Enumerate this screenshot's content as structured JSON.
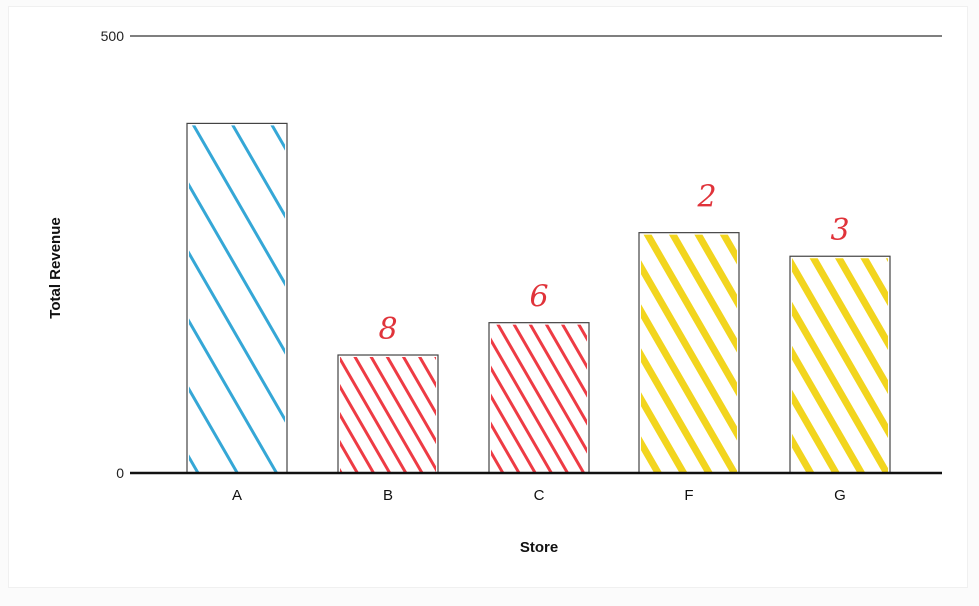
{
  "chart_data": {
    "type": "bar",
    "categories": [
      "A",
      "B",
      "C",
      "F",
      "G"
    ],
    "values": [
      400,
      135,
      172,
      275,
      248
    ],
    "xlabel": "Store",
    "ylabel": "Total Revenue",
    "ylim": [
      0,
      500
    ],
    "yticks": [
      0,
      500
    ],
    "ytick_labels": [
      "0",
      "500"
    ],
    "grid": false,
    "bar_hatch_colors": [
      "#35a7d6",
      "#ee3b44",
      "#ee3b44",
      "#f2d51e",
      "#f2d51e"
    ],
    "annotations": [
      "",
      "8",
      "6",
      "2",
      "3"
    ]
  }
}
